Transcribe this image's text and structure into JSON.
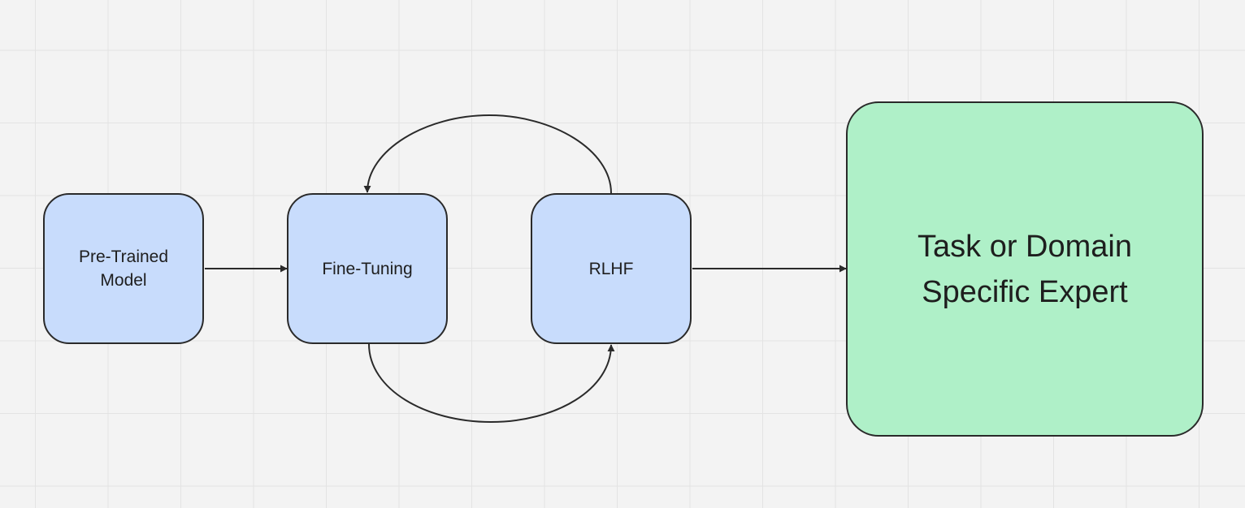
{
  "diagram": {
    "nodes": {
      "pretrained": {
        "label": "Pre-Trained\nModel"
      },
      "finetuning": {
        "label": "Fine-Tuning"
      },
      "rlhf": {
        "label": "RLHF"
      },
      "expert": {
        "label": "Task or Domain\nSpecific Expert"
      }
    },
    "edges": [
      {
        "from": "pretrained",
        "to": "finetuning"
      },
      {
        "from": "finetuning",
        "to": "rlhf"
      },
      {
        "from": "rlhf",
        "to": "finetuning"
      },
      {
        "from": "rlhf",
        "to": "expert"
      }
    ],
    "colors": {
      "background": "#f3f3f3",
      "grid": "#e3e3e3",
      "stage_fill": "#c8dcfc",
      "expert_fill": "#aff0c8",
      "stroke": "#2a2a2a"
    }
  }
}
